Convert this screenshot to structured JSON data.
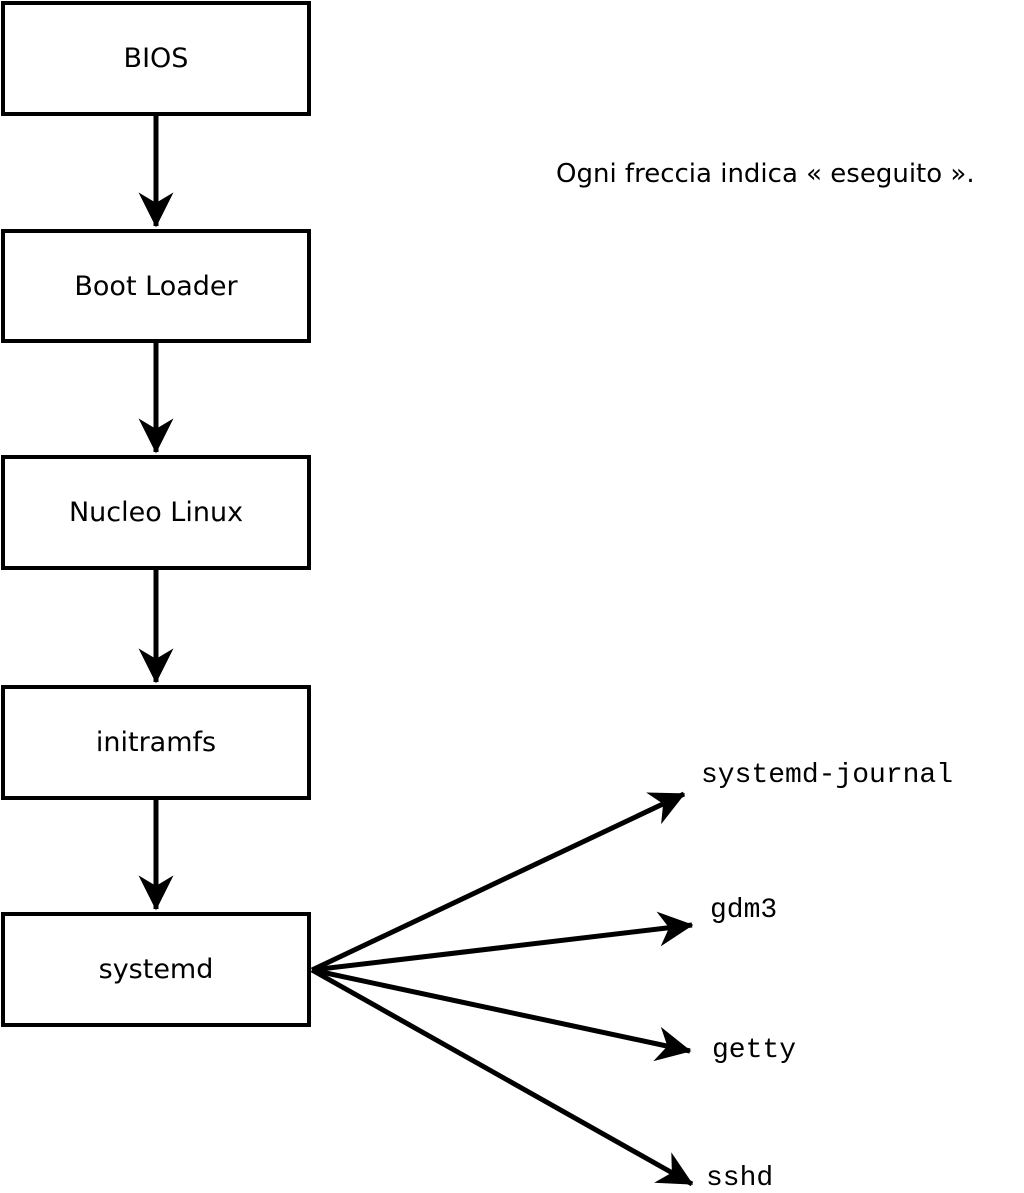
{
  "diagram": {
    "note": "Ogni freccia indica « eseguito ».",
    "boxes": [
      {
        "id": "bios",
        "label": "BIOS"
      },
      {
        "id": "boot-loader",
        "label": "Boot Loader"
      },
      {
        "id": "nucleo-linux",
        "label": "Nucleo Linux"
      },
      {
        "id": "initramfs",
        "label": "initramfs"
      },
      {
        "id": "systemd",
        "label": "systemd"
      }
    ],
    "services": [
      {
        "id": "systemd-journal",
        "label": "systemd-journal"
      },
      {
        "id": "gdm3",
        "label": "gdm3"
      },
      {
        "id": "getty",
        "label": "getty"
      },
      {
        "id": "sshd",
        "label": "sshd"
      }
    ],
    "colors": {
      "line": "#000000",
      "background": "#ffffff",
      "box_fill": "#ffffff"
    }
  }
}
